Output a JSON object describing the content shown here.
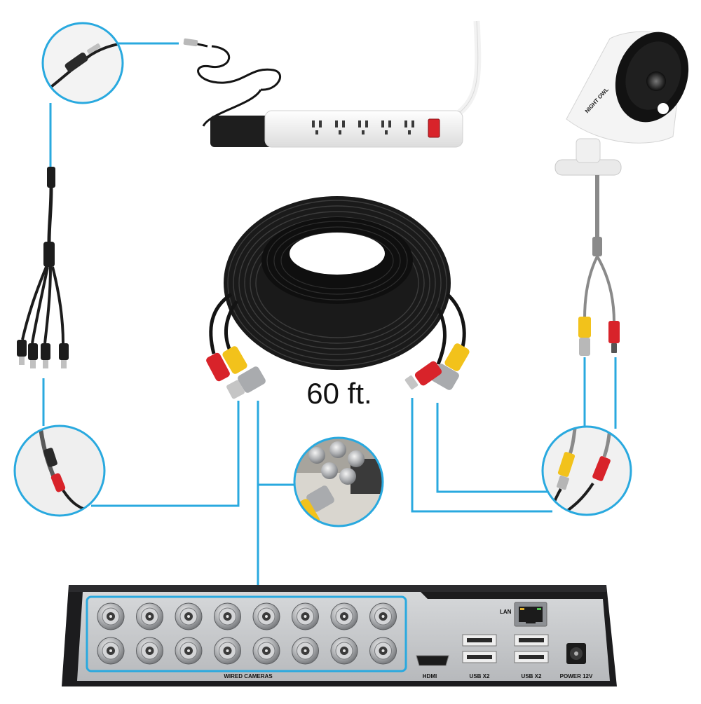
{
  "cable": {
    "length_label": "60 ft."
  },
  "camera": {
    "brand": "NIGHT OWL"
  },
  "dvr": {
    "camera_inputs_label": "WIRED CAMERAS",
    "camera_input_count": 16,
    "ports": {
      "lan": "LAN",
      "hdmi": "HDMI",
      "usb_1": "USB X2",
      "usb_2": "USB X2",
      "power": "POWER 12V"
    }
  },
  "colors": {
    "connector_line": "#29a9df",
    "cable": "#141414",
    "video_connector": "#f2c21b",
    "power_connector": "#d8232a",
    "dvr_body": "#1c1c1e",
    "dvr_panel": "#c9cbcd"
  }
}
